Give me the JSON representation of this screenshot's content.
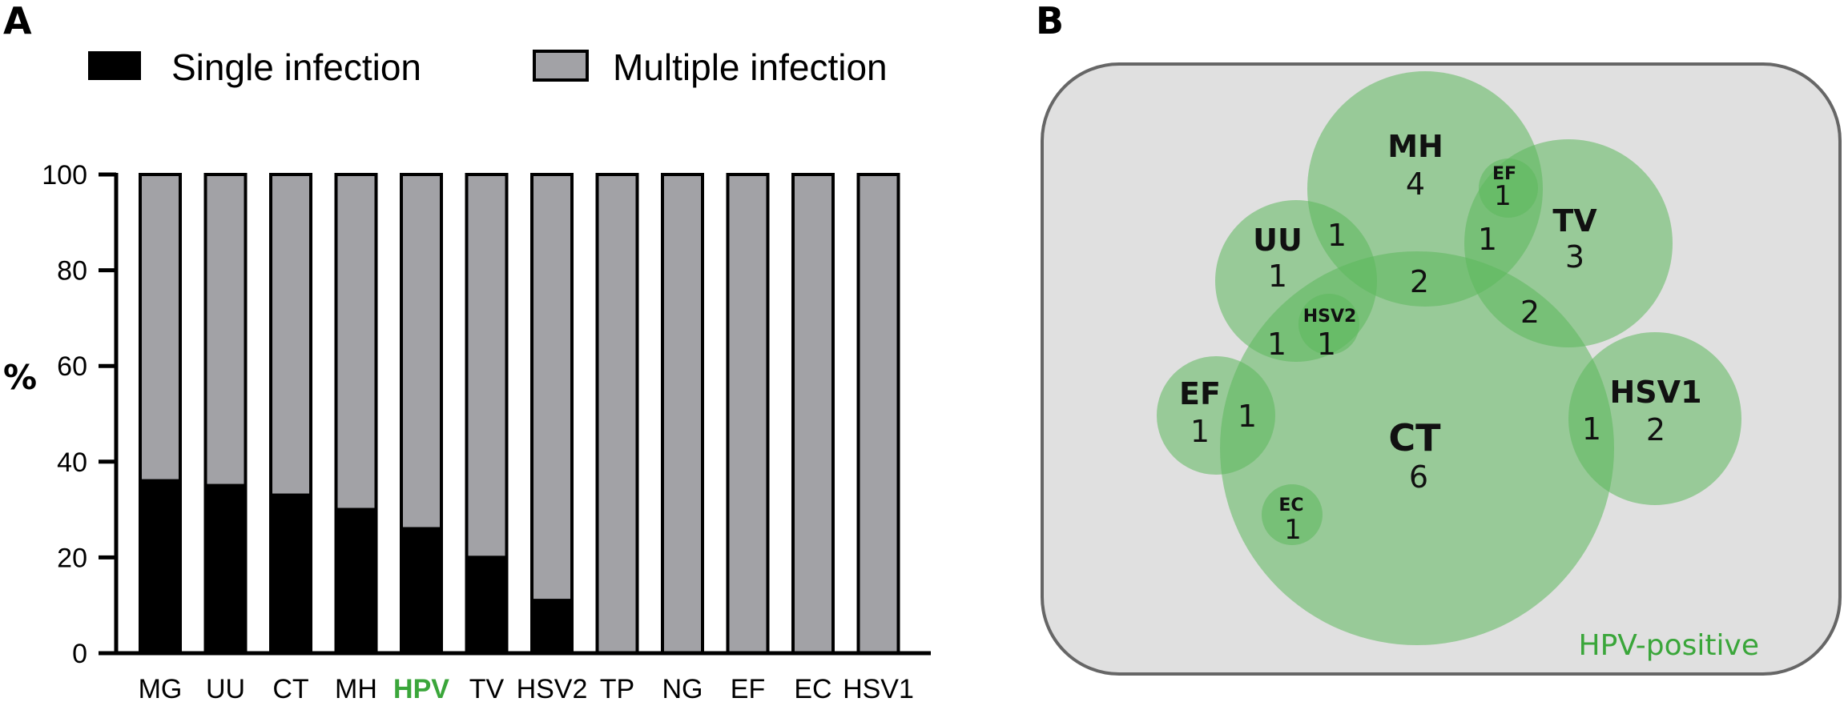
{
  "panel_a_label": "A",
  "panel_b_label": "B",
  "colors": {
    "single": "#000000",
    "multiple": "#a2a2a6",
    "highlight": "#3aa63a",
    "venn_box": "#e0e0e0",
    "venn_circle": "#5cb85c"
  },
  "chart_data": [
    {
      "type": "bar",
      "stacked": true,
      "categories": [
        "MG",
        "UU",
        "CT",
        "MH",
        "HPV",
        "TV",
        "HSV2",
        "TP",
        "NG",
        "EF",
        "EC",
        "HSV1"
      ],
      "highlighted_category": "HPV",
      "series": [
        {
          "name": "Single infection",
          "values": [
            36,
            35,
            33,
            30,
            26,
            20,
            11,
            0,
            0,
            0,
            0,
            0
          ]
        },
        {
          "name": "Multiple infection",
          "values": [
            64,
            65,
            67,
            70,
            74,
            80,
            89,
            100,
            100,
            100,
            100,
            100
          ]
        }
      ],
      "ylabel": "%",
      "ylim": [
        0,
        100
      ],
      "yticks": [
        0,
        20,
        40,
        60,
        80,
        100
      ],
      "legend_position": "top"
    },
    {
      "type": "venn",
      "caption": "HPV-positive",
      "sets": [
        {
          "name": "MH",
          "count": 4
        },
        {
          "name": "UU",
          "count": 1
        },
        {
          "name": "TV",
          "count": 3
        },
        {
          "name": "EF",
          "count": 1
        },
        {
          "name": "HSV1",
          "count": 2
        },
        {
          "name": "CT",
          "count": 6
        },
        {
          "name": "EF",
          "count": 1
        },
        {
          "name": "HSV2",
          "count": 1
        },
        {
          "name": "EC",
          "count": 1
        }
      ],
      "overlaps": [
        {
          "sets": [
            "UU",
            "MH"
          ],
          "count": 1
        },
        {
          "sets": [
            "MH",
            "TV"
          ],
          "count": 1
        },
        {
          "sets": [
            "MH",
            "CT"
          ],
          "count": 2
        },
        {
          "sets": [
            "TV",
            "CT"
          ],
          "count": 2
        },
        {
          "sets": [
            "UU",
            "CT"
          ],
          "count": 1
        },
        {
          "sets": [
            "EF",
            "CT"
          ],
          "count": 1
        },
        {
          "sets": [
            "HSV1",
            "CT"
          ],
          "count": 1
        }
      ]
    }
  ]
}
